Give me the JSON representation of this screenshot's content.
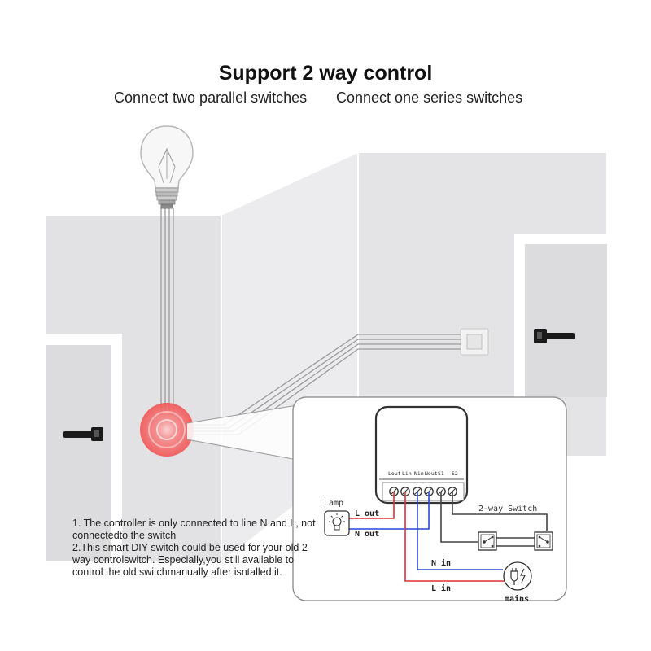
{
  "header": {
    "title": "Support 2 way control",
    "subtitle_left": "Connect two parallel switches",
    "subtitle_right": "Connect one series switches"
  },
  "diagram": {
    "lamp_label": "Lamp",
    "l_out": "L out",
    "n_out": "N out",
    "switch_label": "2-way Switch",
    "n_in": "N in",
    "l_in": "L in",
    "mains_label": "mains",
    "terminal_labels": [
      "Lout",
      "Lin",
      "Nin",
      "Nout",
      "S1",
      "S2"
    ]
  },
  "wire_colors": {
    "live": "#e03030",
    "neutral": "#2a45d8",
    "switch": "#444444",
    "glow": "#f05a5a"
  },
  "icons": [
    "light-bulb-icon",
    "wall-switch-icon",
    "door-handle-icon",
    "lamp-icon",
    "power-plug-icon",
    "controller-module-icon"
  ],
  "notes": [
    "1. The controller is only connected to line N and L, not connectedto the switch",
    "2.This smart DIY switch could be used for your old 2 way controlswitch. Especially,you still available to control the old switchmanually after isntalled it."
  ]
}
